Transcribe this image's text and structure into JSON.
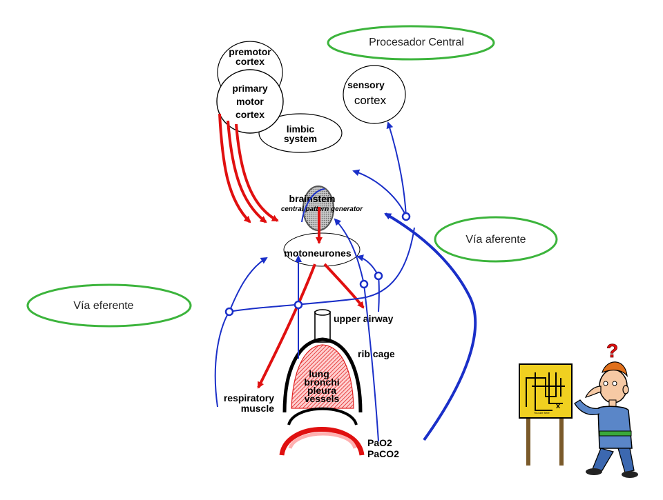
{
  "callouts": {
    "central": "Procesador Central",
    "afferent": "Vía aferente",
    "efferent": "Vía eferente"
  },
  "regions": {
    "premotor_1": "premotor",
    "premotor_2": "cortex",
    "primary_1": "primary",
    "primary_2": "motor",
    "primary_3": "cortex",
    "limbic_1": "limbic",
    "limbic_2": "system",
    "sensory_1": "sensory",
    "sensory_2": "cortex",
    "brainstem": "brainstem",
    "cpg": "central pattern generator",
    "motoneurones": "motoneurones",
    "upper_airway": "upper airway",
    "rib_cage": "rib cage",
    "lung_1": "lung",
    "lung_2": "bronchi",
    "lung_3": "pleura",
    "lung_4": "vessels",
    "resp_1": "respiratory",
    "resp_2": "muscle",
    "pao2": "PaO2",
    "paco2": "PaCO2"
  },
  "sign": {
    "you_are_here": "You are here",
    "x_mark": "x"
  },
  "colors": {
    "efferent": "#e01010",
    "afferent": "#1a2fc8",
    "callout_ring": "#3cb43c",
    "sign": "#f0d020"
  }
}
